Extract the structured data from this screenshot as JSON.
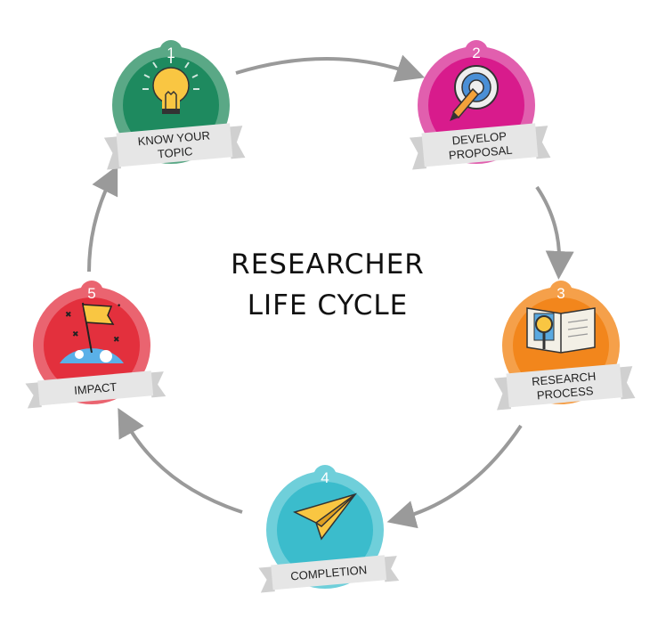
{
  "title": [
    "RESEARCHER",
    "LIFE CYCLE"
  ],
  "steps": [
    {
      "number": "1",
      "label": [
        "KNOW YOUR",
        "TOPIC"
      ],
      "icon": "lightbulb-icon",
      "outer": "#5aa886",
      "inner": "#1e8a5f"
    },
    {
      "number": "2",
      "label": [
        "DEVELOP",
        "PROPOSAL"
      ],
      "icon": "target-pencil-icon",
      "outer": "#e15fae",
      "inner": "#d81b8c"
    },
    {
      "number": "3",
      "label": [
        "RESEARCH",
        "PROCESS"
      ],
      "icon": "book-magnifier-icon",
      "outer": "#f5a04a",
      "inner": "#f2861c"
    },
    {
      "number": "4",
      "label": [
        "COMPLETION"
      ],
      "icon": "paper-plane-icon",
      "outer": "#6fcfda",
      "inner": "#3bbccc"
    },
    {
      "number": "5",
      "label": [
        "IMPACT"
      ],
      "icon": "flag-planet-icon",
      "outer": "#ea6470",
      "inner": "#e3303d"
    }
  ],
  "colors": {
    "arrow": "#9a9a9a",
    "ribbon": "#e6e6e6",
    "ribbon_tail": "#d0d0d0"
  }
}
